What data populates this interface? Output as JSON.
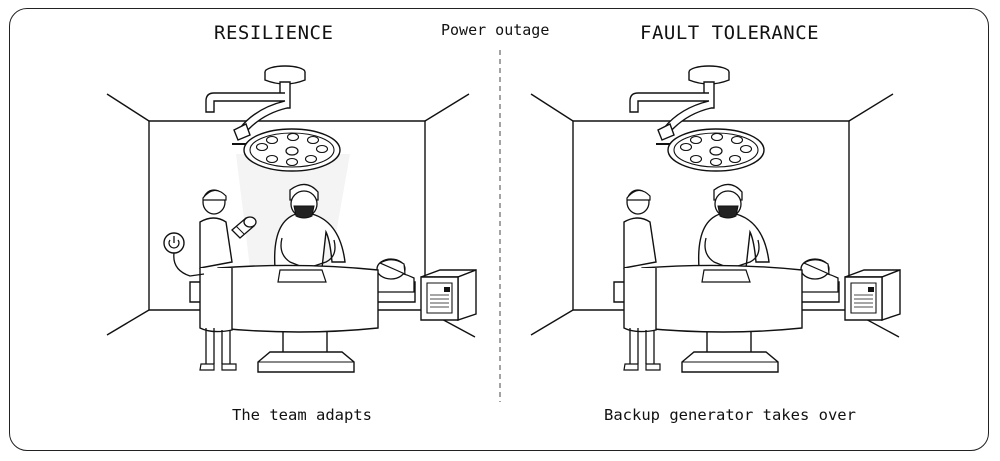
{
  "center_label": "Power outage",
  "panels": [
    {
      "heading": "RESILIENCE",
      "caption": "The team adapts"
    },
    {
      "heading": "FAULT TOLERANCE",
      "caption": "Backup generator takes over"
    }
  ],
  "icons": [
    "power-icon",
    "flashlight-icon",
    "surgical-light-icon",
    "generator-icon"
  ],
  "colors": {
    "line": "#111111",
    "background": "#ffffff",
    "beam": "#f4f4f4"
  }
}
